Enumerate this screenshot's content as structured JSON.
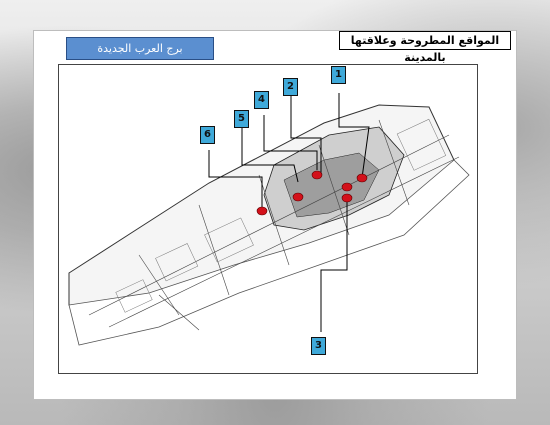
{
  "slide": {
    "title": "المواقع المطروحة وعلاقتها بالمدينة",
    "city_label": "برج العرب الجديدة"
  },
  "colors": {
    "banner": "#5b8fd0",
    "marker_fill": "#3fa9d9",
    "site_dot": "#d3101a"
  },
  "markers": [
    {
      "label": "1"
    },
    {
      "label": "2"
    },
    {
      "label": "3"
    },
    {
      "label": "4"
    },
    {
      "label": "5"
    },
    {
      "label": "6"
    }
  ]
}
